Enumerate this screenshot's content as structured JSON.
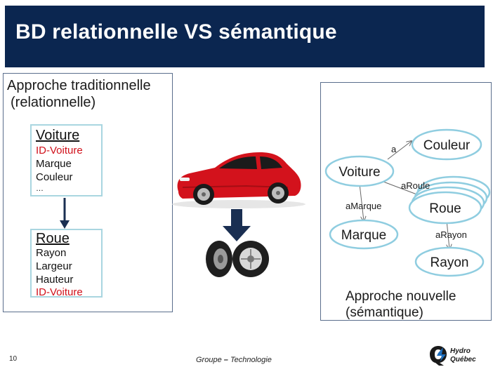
{
  "title": "BD relationnelle VS sémantique",
  "left_panel": {
    "title_line1": "Approche traditionnelle",
    "title_line2": "(relationnelle)",
    "table_voiture": {
      "name": "Voiture",
      "fields": [
        "ID-Voiture",
        "Marque",
        "Couleur",
        "…"
      ]
    },
    "table_roue": {
      "name": "Roue",
      "fields": [
        "Rayon",
        "Largeur",
        "Hauteur",
        "ID-Voiture"
      ]
    }
  },
  "graph": {
    "nodes": {
      "voiture": "Voiture",
      "couleur": "Couleur",
      "marque": "Marque",
      "roue": "Roue",
      "rayon": "Rayon"
    },
    "edges": {
      "a": "a",
      "aRoule": "aRoule",
      "aMarque": "aMarque",
      "aRayon": "aRayon"
    }
  },
  "right_panel": {
    "caption_line1": "Approche nouvelle",
    "caption_line2": "(sémantique)"
  },
  "footer": {
    "page_number": "10",
    "group_prefix": "Groupe",
    "group_dash": " – ",
    "group_suffix": "Technologie",
    "logo_line1": "Hydro",
    "logo_line2": "Québec"
  },
  "colors": {
    "title_bg": "#0b2650",
    "node_stroke": "#8fcde0",
    "key_field": "#d0101a",
    "car_red": "#d3121c",
    "arrow_navy": "#1a2f52"
  }
}
